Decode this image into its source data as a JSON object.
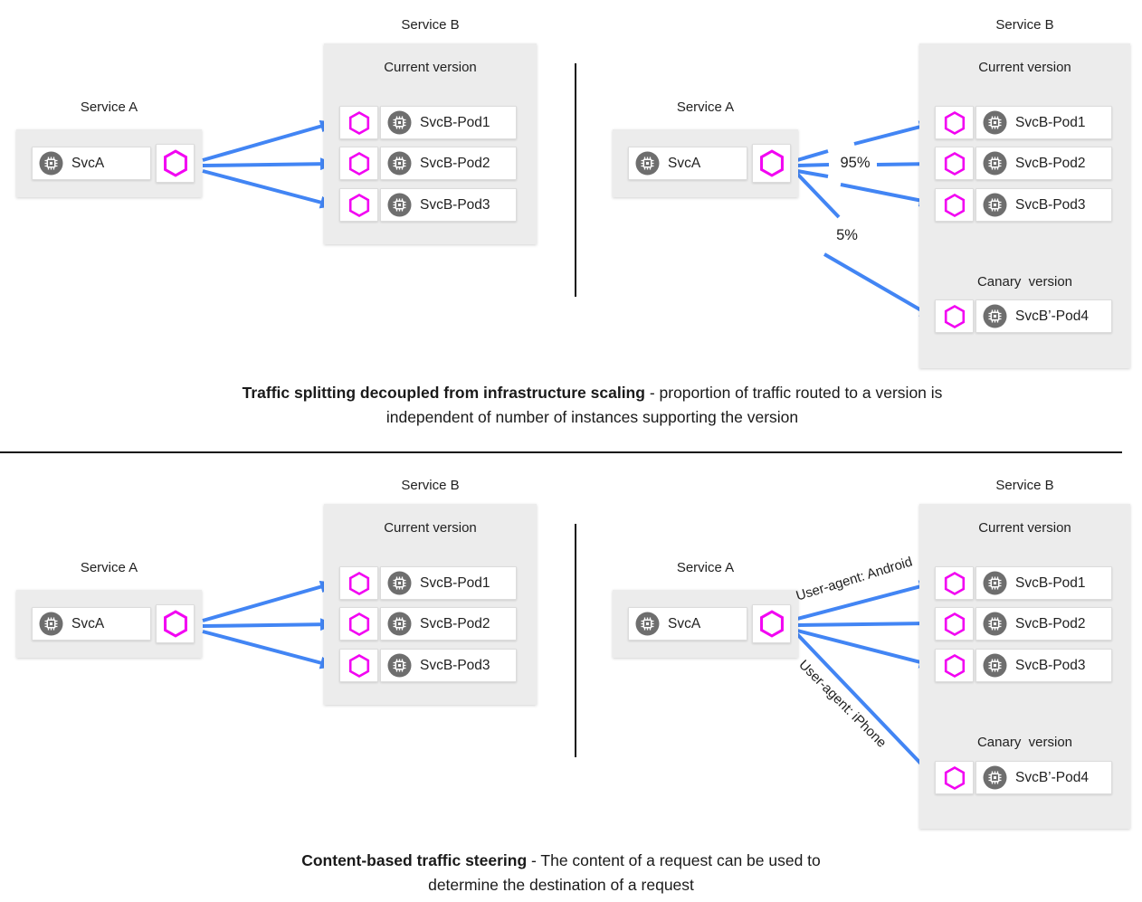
{
  "colors": {
    "arrow_blue": "#4285F4",
    "hexagon_magenta": "#F202F2",
    "panel_gray": "#ECECEC",
    "chip_icon_gray": "#6E6E6E",
    "text": "#212121"
  },
  "diagrams": {
    "top_left": {
      "service_a": {
        "label": "Service A",
        "workload": "SvcA"
      },
      "service_b": {
        "label": "Service B",
        "version": "Current version",
        "pods": [
          "SvcB-Pod1",
          "SvcB-Pod2",
          "SvcB-Pod3"
        ]
      }
    },
    "top_right": {
      "service_a": {
        "label": "Service A",
        "workload": "SvcA"
      },
      "service_b": {
        "label": "Service B",
        "version": "Current version",
        "pods": [
          "SvcB-Pod1",
          "SvcB-Pod2",
          "SvcB-Pod3"
        ],
        "canary_version": "Canary  version",
        "canary_pod": "SvcB’-Pod4"
      },
      "weights": {
        "current": "95%",
        "canary": "5%"
      }
    },
    "bottom_left": {
      "service_a": {
        "label": "Service A",
        "workload": "SvcA"
      },
      "service_b": {
        "label": "Service B",
        "version": "Current version",
        "pods": [
          "SvcB-Pod1",
          "SvcB-Pod2",
          "SvcB-Pod3"
        ]
      }
    },
    "bottom_right": {
      "service_a": {
        "label": "Service A",
        "workload": "SvcA"
      },
      "service_b": {
        "label": "Service B",
        "version": "Current version",
        "pods": [
          "SvcB-Pod1",
          "SvcB-Pod2",
          "SvcB-Pod3"
        ],
        "canary_version": "Canary  version",
        "canary_pod": "SvcB’-Pod4"
      },
      "routes": {
        "current": "User-agent: Android",
        "canary": "User-agent: iPhone"
      }
    }
  },
  "captions": {
    "top": {
      "bold": "Traffic splitting decoupled from infrastructure scaling",
      "rest": " - proportion of traffic routed to a version is",
      "line2": "independent of number of instances supporting the version"
    },
    "bottom": {
      "bold": "Content-based traffic steering",
      "rest": " - The content of a request can be used to",
      "line2": "determine the destination of a request"
    }
  },
  "icons": {
    "hexagon": "sidecar-proxy-hexagon-icon",
    "chip": "workload-chip-icon"
  }
}
